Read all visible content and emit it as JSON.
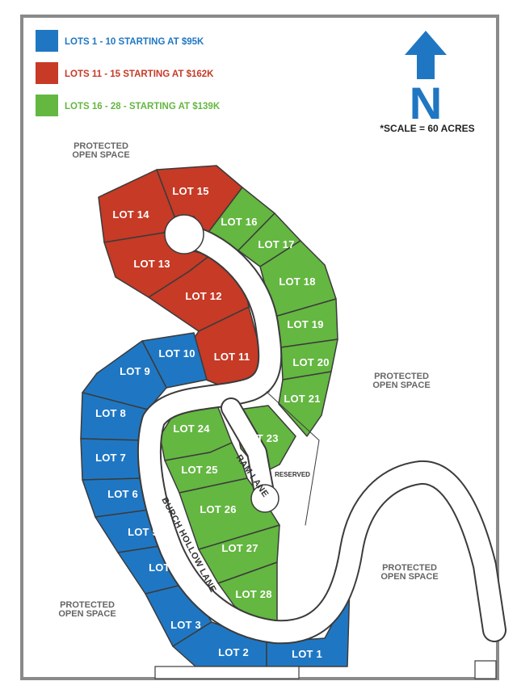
{
  "colors": {
    "blue": "#1f77c3",
    "red": "#c63a26",
    "green": "#64b741",
    "road": "#ffffff",
    "outline": "#3b3b3b",
    "border": "#8a8a8a"
  },
  "legend": [
    {
      "label": "LOTS 1 - 10 STARTING AT $95K",
      "color": "blue"
    },
    {
      "label": "LOTS 11 - 15  STARTING AT $162K",
      "color": "red"
    },
    {
      "label": "LOTS 16 - 28 - STARTING AT $139K",
      "color": "green"
    }
  ],
  "north": {
    "letter": "N",
    "icon": "north-arrow-icon"
  },
  "scale": "*SCALE = 60 ACRES",
  "open_space": {
    "top_left": [
      "PROTECTED",
      "OPEN SPACE"
    ],
    "right": [
      "PROTECTED",
      "OPEN SPACE"
    ],
    "bottom_right": [
      "PROTECTED",
      "OPEN SPACE"
    ],
    "bottom_left": [
      "PROTECTED",
      "OPEN SPACE"
    ]
  },
  "roads": {
    "burch": "BURCH HOLLOW LANE",
    "ram": "RAM LANE",
    "reserved": "RESERVED"
  },
  "lots": [
    {
      "label": "LOT 1",
      "color": "blue"
    },
    {
      "label": "LOT 2",
      "color": "blue"
    },
    {
      "label": "LOT 3",
      "color": "blue"
    },
    {
      "label": "LOT 4",
      "color": "blue"
    },
    {
      "label": "LOT 5",
      "color": "blue"
    },
    {
      "label": "LOT 6",
      "color": "blue"
    },
    {
      "label": "LOT 7",
      "color": "blue"
    },
    {
      "label": "LOT 8",
      "color": "blue"
    },
    {
      "label": "LOT 9",
      "color": "blue"
    },
    {
      "label": "LOT 10",
      "color": "blue"
    },
    {
      "label": "LOT 11",
      "color": "red"
    },
    {
      "label": "LOT 12",
      "color": "red"
    },
    {
      "label": "LOT 13",
      "color": "red"
    },
    {
      "label": "LOT 14",
      "color": "red"
    },
    {
      "label": "LOT 15",
      "color": "red"
    },
    {
      "label": "LOT 16",
      "color": "green"
    },
    {
      "label": "LOT 17",
      "color": "green"
    },
    {
      "label": "LOT 18",
      "color": "green"
    },
    {
      "label": "LOT 19",
      "color": "green"
    },
    {
      "label": "LOT 20",
      "color": "green"
    },
    {
      "label": "LOT 21",
      "color": "green"
    },
    {
      "label": "LOT 23",
      "color": "green"
    },
    {
      "label": "LOT 24",
      "color": "green"
    },
    {
      "label": "LOT 25",
      "color": "green"
    },
    {
      "label": "LOT 26",
      "color": "green"
    },
    {
      "label": "LOT 27",
      "color": "green"
    },
    {
      "label": "LOT 28",
      "color": "green"
    }
  ]
}
